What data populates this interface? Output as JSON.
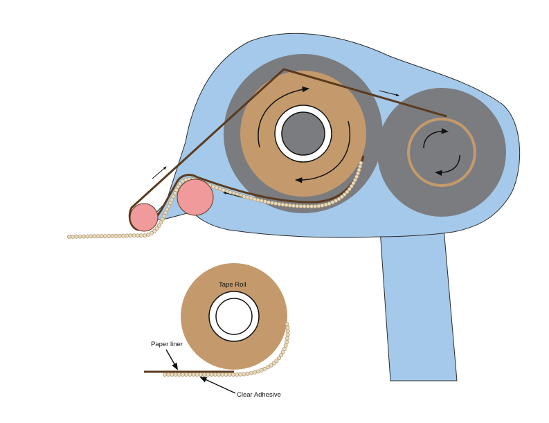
{
  "labels": {
    "tape_roll": "Tape Roll",
    "paper_liner": "Paper liner",
    "clear_adhesive": "Clear Adhesive"
  },
  "colors": {
    "body": "#a4c9ea",
    "body_stroke": "#2a2a2a",
    "hub_gray": "#7b7c80",
    "tape": "#c49a6c",
    "liner": "#5b3a1e",
    "roller": "#f19a9c",
    "adhesive": "#e8dcc4",
    "adhesive_stroke": "#b29a6e",
    "arrow": "#111111"
  }
}
